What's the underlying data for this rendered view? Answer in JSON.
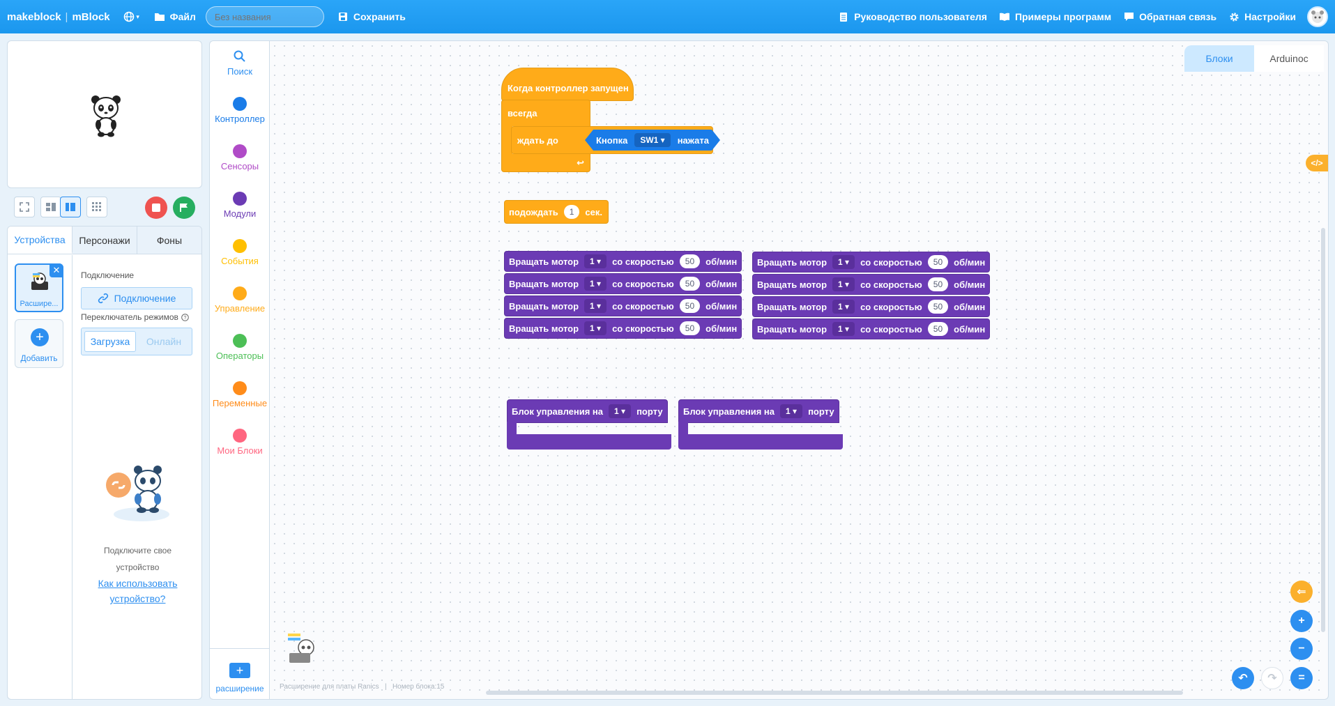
{
  "topbar": {
    "brand": "makeblock",
    "brand_sep": "|",
    "product": "mBlock",
    "file_label": "Файл",
    "project_title_placeholder": "Без названия",
    "save_label": "Сохранить",
    "user_guide": "Руководство пользователя",
    "examples": "Примеры программ",
    "feedback": "Обратная связь",
    "settings": "Настройки"
  },
  "left": {
    "tabs": [
      "Устройства",
      "Персонажи",
      "Фоны"
    ],
    "device_name": "Расшире...",
    "add_label": "Добавить",
    "connection_label": "Подключение",
    "connect_button": "Подключение",
    "mode_label": "Переключатель режимов",
    "mode_upload": "Загрузка",
    "mode_live": "Онлайн",
    "hint_line1": "Подключите свое",
    "hint_line2": "устройство",
    "hint_link1": "Как использовать",
    "hint_link2": "устройство?"
  },
  "categories": [
    {
      "label": "Поиск",
      "color": "#2d8ff0"
    },
    {
      "label": "Контроллер",
      "color": "#1a7ce8"
    },
    {
      "label": "Сенсоры",
      "color": "#b04bc7"
    },
    {
      "label": "Модули",
      "color": "#6b3bb4"
    },
    {
      "label": "События",
      "color": "#ffbf00"
    },
    {
      "label": "Управление",
      "color": "#ffab19"
    },
    {
      "label": "Операторы",
      "color": "#4cbf56"
    },
    {
      "label": "Переменные",
      "color": "#ff8c1a"
    },
    {
      "label": "Мои Блоки",
      "color": "#ff6680"
    }
  ],
  "extension_label": "расширение",
  "workspace": {
    "tabs": [
      "Блоки",
      "Arduinoc"
    ],
    "status_ext": "Расширение для платы Ranics",
    "status_sep": "|",
    "status_block": "Номер блока:15"
  },
  "blocks": {
    "hat": "Когда контроллер запущен",
    "forever": "всегда",
    "wait_until": "ждать до",
    "button": "Кнопка",
    "button_port": "SW1",
    "pressed": "нажата",
    "wait": "подождать",
    "wait_value": "1",
    "wait_unit": "сек.",
    "motor_label": "Вращать мотор",
    "motor_num": "1",
    "speed_label": "со скоростью",
    "speed_value": "50",
    "rpm": "об/мин",
    "ctrl_label": "Блок управления на",
    "ctrl_port": "1",
    "ctrl_port_label": "порту"
  }
}
